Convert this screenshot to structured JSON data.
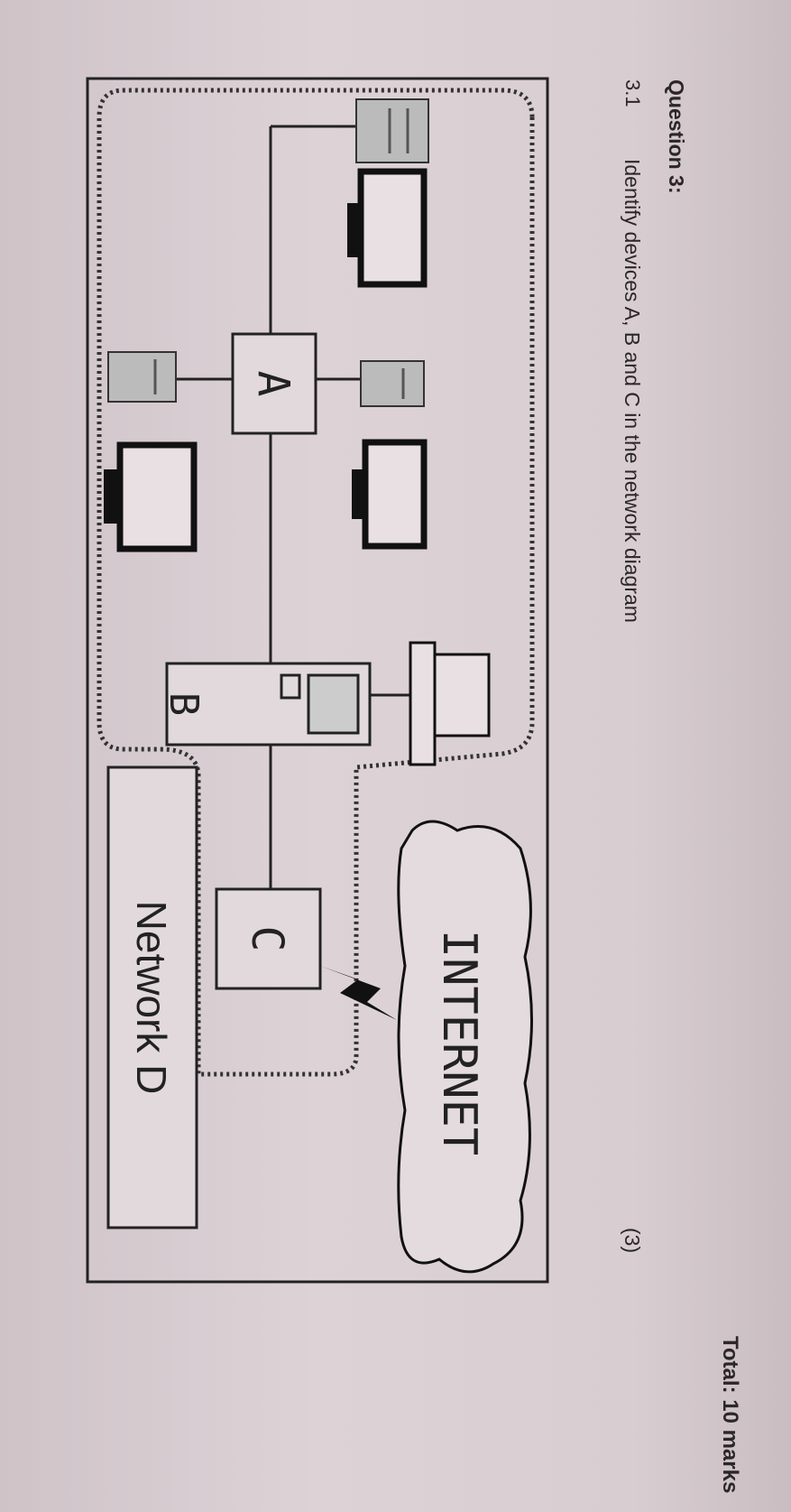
{
  "question": {
    "heading": "Question 3:",
    "number": "3.1",
    "text": "Identify devices A, B and C in the network diagram",
    "marks": "(3)"
  },
  "diagram": {
    "device_a": "A",
    "device_b": "B",
    "device_c": "C",
    "cloud_label": "INTERNET",
    "network_label": "Network D"
  },
  "footer": {
    "total": "Total: 10 marks"
  }
}
